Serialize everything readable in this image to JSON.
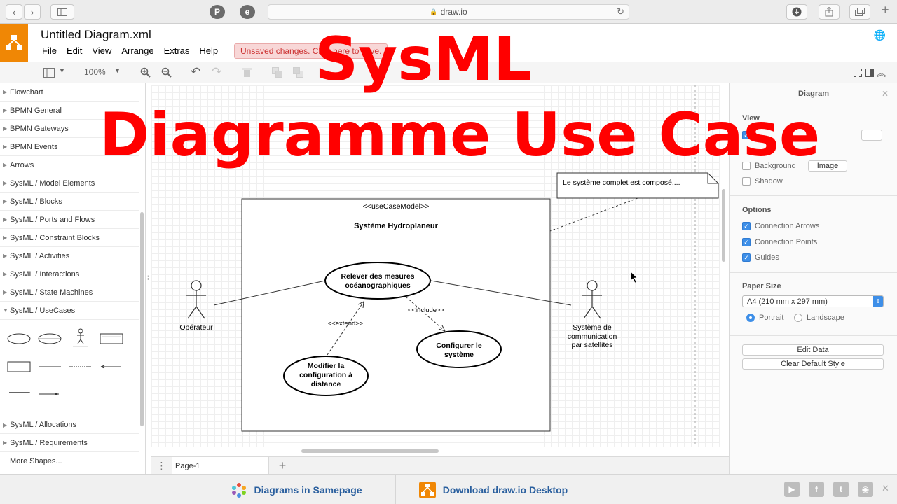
{
  "browser": {
    "url": "draw.io",
    "pinterest_glyph": "P",
    "ext_glyph": "e"
  },
  "app": {
    "title": "Untitled Diagram.xml",
    "menu": [
      "File",
      "Edit",
      "View",
      "Arrange",
      "Extras",
      "Help"
    ],
    "unsaved": "Unsaved changes. Click here to save."
  },
  "toolbar": {
    "zoom": "100%"
  },
  "sidebar": {
    "items": [
      "Flowchart",
      "BPMN General",
      "BPMN Gateways",
      "BPMN Events",
      "Arrows",
      "SysML / Model Elements",
      "SysML / Blocks",
      "SysML / Ports and Flows",
      "SysML / Constraint Blocks",
      "SysML / Activities",
      "SysML / Interactions",
      "SysML / State Machines",
      "SysML / UseCases"
    ],
    "bottom_items": [
      "SysML / Allocations",
      "SysML / Requirements"
    ],
    "more_shapes": "More Shapes..."
  },
  "diagram": {
    "stereotype": "<<useCaseModel>>",
    "system_name": "Système Hydroplaneur",
    "note": "Le système complet est composé....",
    "actor_left": "Opérateur",
    "actor_right_lines": [
      "Système de",
      "communication",
      "par satellites"
    ],
    "uc1_lines": [
      "Relever des mesures",
      "océanographiques"
    ],
    "uc2_lines": [
      "Configurer le",
      "système"
    ],
    "uc3_lines": [
      "Modifier la",
      "configuration à",
      "distance"
    ],
    "extend_label": "<<extend>>",
    "include_label": "<<include>>"
  },
  "pages": {
    "tab": "Page-1"
  },
  "panel": {
    "title": "Diagram",
    "view_heading": "View",
    "background": "Background",
    "image_button": "Image",
    "shadow": "Shadow",
    "options_heading": "Options",
    "connection_arrows": "Connection Arrows",
    "connection_points": "Connection Points",
    "guides": "Guides",
    "paper_heading": "Paper Size",
    "paper_value": "A4 (210 mm x 297 mm)",
    "portrait": "Portrait",
    "landscape": "Landscape",
    "edit_data": "Edit Data",
    "clear_style": "Clear Default Style"
  },
  "footer": {
    "samepage": "Diagrams in Samepage",
    "desktop": "Download draw.io Desktop"
  },
  "overlay": {
    "line1": "SysML",
    "line2": "Diagramme Use Case"
  },
  "colors": {
    "drawio_orange": "#f08705",
    "overlay_red": "#ff0000",
    "checkbox_blue": "#3e8fe8",
    "footer_link": "#2a5f9e"
  }
}
